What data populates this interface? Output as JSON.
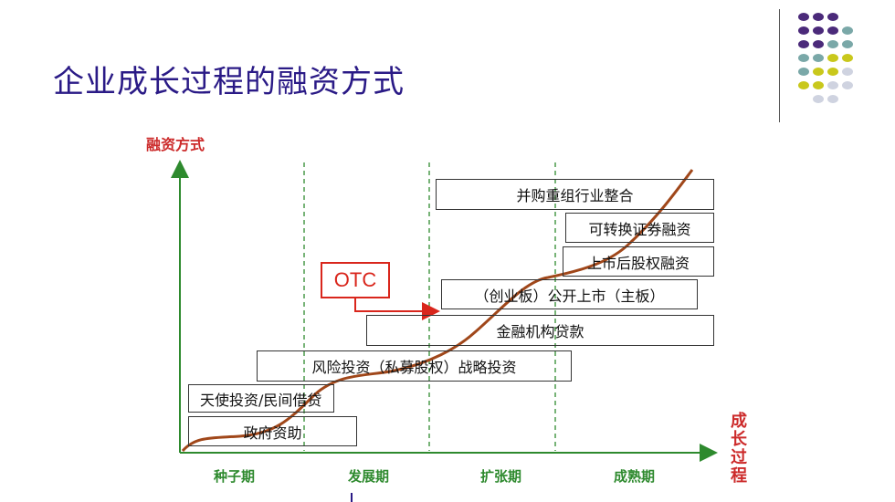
{
  "title": "企业成长过程的融资方式",
  "y_axis_label": "融资方式",
  "x_axis_label": [
    "成",
    "长",
    "过",
    "程"
  ],
  "stages": [
    "种子期",
    "发展期",
    "扩张期",
    "成熟期"
  ],
  "otc_label": "OTC",
  "financing_methods": [
    "政府资助",
    "天使投资/民间借贷",
    "风险投资（私募股权）战略投资",
    "金融机构贷款",
    "（创业板）公开上市（主板）",
    "上市后股权融资",
    "可转换证券融资",
    "并购重组行业整合"
  ],
  "colors": {
    "title": "#2a1a86",
    "axis": "#2e8a2e",
    "curve": "#a0471a",
    "label_red": "#cc2a2a",
    "otc": "#d9261c",
    "dot_purple": "#4b2a7a",
    "dot_teal": "#7aa8a8",
    "dot_yellow": "#c9c81c",
    "dot_light": "#cfd3e0"
  }
}
